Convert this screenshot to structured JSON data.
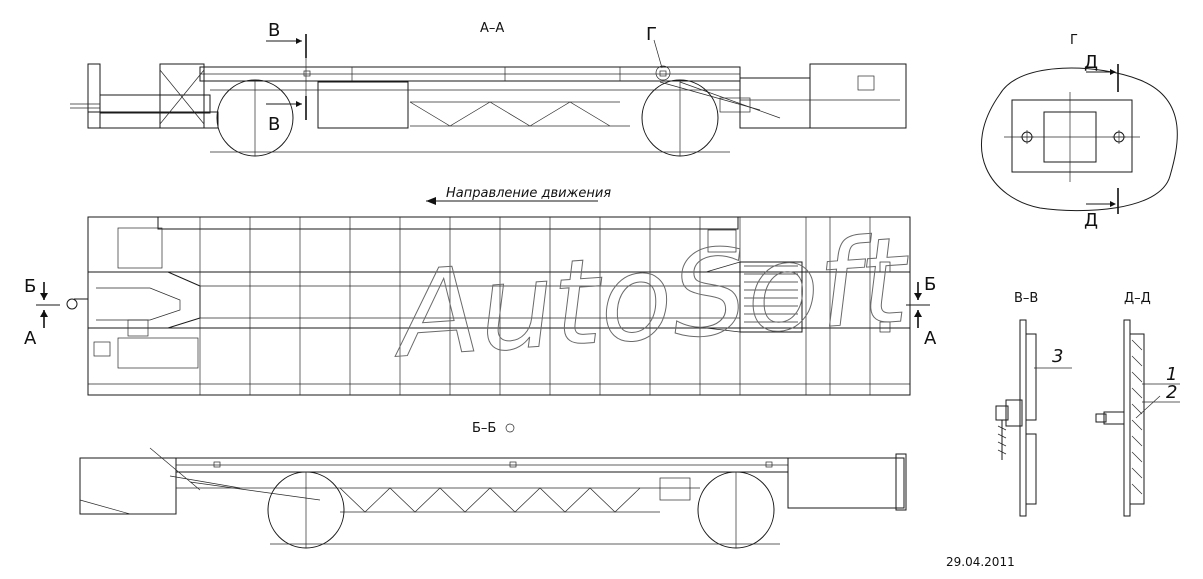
{
  "views": {
    "top_title": "А–А",
    "middle_title": "Б–Б",
    "detail_title": "Г",
    "section_v_title": "В–В",
    "section_d_title": "Д–Д"
  },
  "markers": {
    "v_upper": "В",
    "v_lower": "В",
    "g": "Г",
    "b_left": "Б",
    "a_left": "А",
    "b_right": "Б",
    "a_right": "А",
    "d_upper": "Д",
    "d_lower": "Д"
  },
  "direction_label": "Направление движения",
  "callouts": {
    "c1": "1",
    "c2": "2",
    "c3": "3"
  },
  "watermark": "AutoSoft",
  "date": "29.04.2011"
}
